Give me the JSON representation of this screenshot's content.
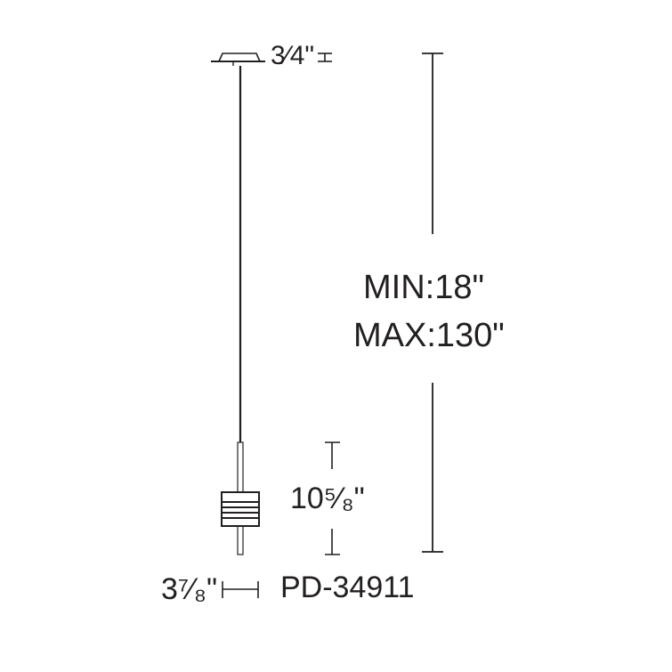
{
  "labels": {
    "canopy_height": "3⁄4\"",
    "overall_min": "MIN:18\"",
    "overall_max": "MAX:130\"",
    "fixture_height": "10⁵⁄₈\"",
    "fixture_width": "3⁷⁄₈\"",
    "model_number": "PD-34911"
  },
  "colors": {
    "line": "#231f20",
    "background": "#ffffff"
  }
}
